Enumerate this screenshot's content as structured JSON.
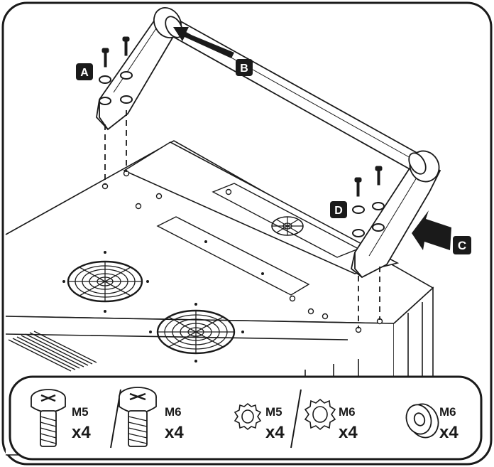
{
  "callouts": {
    "a": "A",
    "b": "B",
    "c": "C",
    "d": "D"
  },
  "parts": [
    {
      "name": "M5",
      "qty": "x4"
    },
    {
      "name": "M6",
      "qty": "x4"
    },
    {
      "name": "M5",
      "qty": "x4"
    },
    {
      "name": "M6",
      "qty": "x4"
    },
    {
      "name": "M6",
      "qty": "x4"
    }
  ],
  "colors": {
    "ink": "#1a1a1a",
    "paper": "#ffffff",
    "label_bg": "#1a1a1a",
    "label_text": "#ffffff"
  },
  "icons": [
    "screw-icon",
    "lock-washer-icon",
    "flat-washer-icon",
    "fan-grille-icon",
    "arrow-icon"
  ]
}
